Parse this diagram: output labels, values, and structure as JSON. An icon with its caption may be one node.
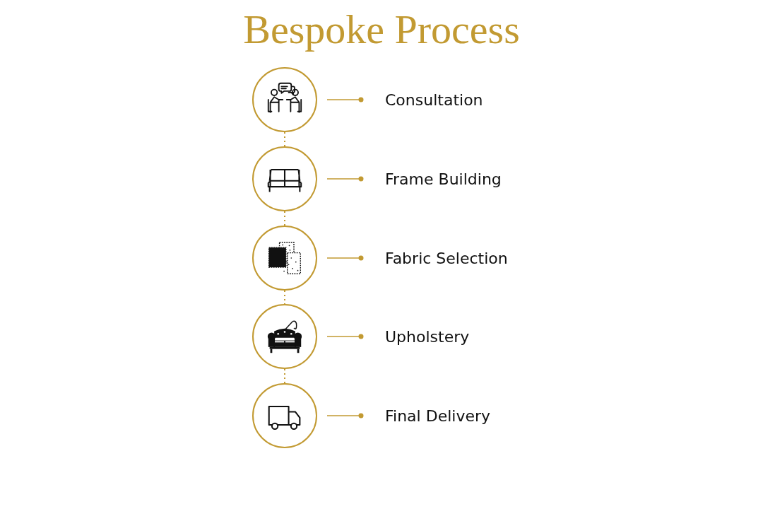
{
  "diagram": {
    "title": "Bespoke Process",
    "nodes": [
      {
        "text": [],
        "shape": "picture"
      },
      {
        "text": [
          "Consultation"
        ]
      },
      {
        "text": [],
        "shape": "picture"
      },
      {
        "text": [
          "Frame Building"
        ]
      },
      {
        "text": [],
        "shape": "picture"
      },
      {
        "text": [
          "Fabric Selection"
        ]
      },
      {
        "text": [],
        "shape": "picture"
      },
      {
        "text": [
          "Upholstery"
        ]
      },
      {
        "text": [],
        "shape": "picture"
      },
      {
        "text": [
          "Final Delivery"
        ]
      }
    ],
    "edges": [
      {
        "from": 0,
        "to": 1,
        "arrow": "other"
      },
      {
        "from": 0,
        "to": 2,
        "arrow": "none",
        "style": "dashed"
      },
      {
        "from": 2,
        "to": 3,
        "arrow": "other"
      },
      {
        "from": 2,
        "to": 4,
        "arrow": "none",
        "style": "dashed"
      },
      {
        "from": 4,
        "to": 5,
        "arrow": "other"
      },
      {
        "from": 4,
        "to": 6,
        "arrow": "none",
        "style": "dashed"
      },
      {
        "from": 6,
        "to": 7,
        "arrow": "other"
      },
      {
        "from": 6,
        "to": 8,
        "arrow": "none",
        "style": "dashed"
      },
      {
        "from": 8,
        "to": 9,
        "arrow": "other"
      }
    ]
  }
}
